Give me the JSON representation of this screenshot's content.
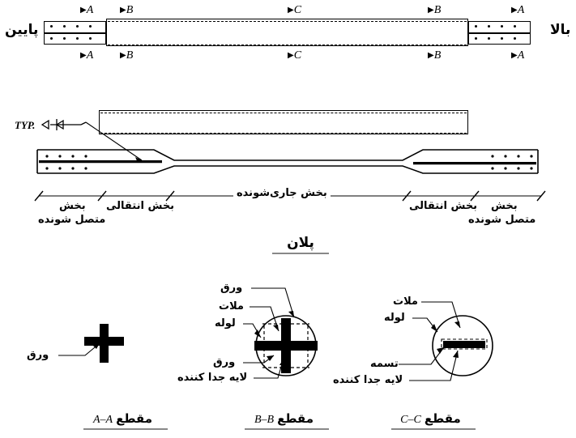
{
  "drawing": {
    "title_plan": "پلان",
    "typ_note": "TYP."
  },
  "elevation": {
    "label_left": "پایین",
    "label_right": "بالا",
    "section_marks_top": [
      {
        "letter": "A",
        "marker": "▶"
      },
      {
        "letter": "B",
        "marker": "▶"
      },
      {
        "letter": "C",
        "marker": "▶"
      },
      {
        "letter": "B",
        "marker": "▶"
      },
      {
        "letter": "A",
        "marker": "▶"
      }
    ],
    "section_marks_bottom": [
      {
        "letter": "A",
        "marker": "▶"
      },
      {
        "letter": "B",
        "marker": "▶"
      },
      {
        "letter": "C",
        "marker": "▶"
      },
      {
        "letter": "B",
        "marker": "▶"
      },
      {
        "letter": "A",
        "marker": "▶"
      }
    ]
  },
  "dimensions": {
    "left_connect": "بخش",
    "left_connect2": "متصل شونده",
    "left_transition": "بخش انتقالی",
    "yielding": "بخش جاری‌شونده",
    "right_transition": "بخش انتقالی",
    "right_connect": "بخش",
    "right_connect2": "متصل شونده"
  },
  "sections": [
    {
      "id": "A-A",
      "caption_fa": "مقطع",
      "caption_id": "A–A",
      "callouts": [
        {
          "name": "plate",
          "text": "ورق"
        }
      ]
    },
    {
      "id": "B-B",
      "caption_fa": "مقطع",
      "caption_id": "B–B",
      "callouts": [
        {
          "name": "plate-top",
          "text": "ورق"
        },
        {
          "name": "mortar",
          "text": "ملات"
        },
        {
          "name": "tube",
          "text": "لوله"
        },
        {
          "name": "plate-bottom",
          "text": "ورق"
        },
        {
          "name": "debonding-layer",
          "text": "لایه جدا کننده"
        }
      ]
    },
    {
      "id": "C-C",
      "caption_fa": "مقطع",
      "caption_id": "C–C",
      "callouts": [
        {
          "name": "mortar",
          "text": "ملات"
        },
        {
          "name": "tube",
          "text": "لوله"
        },
        {
          "name": "strap",
          "text": "تسمه"
        },
        {
          "name": "debonding-layer",
          "text": "لایه جدا کننده"
        }
      ]
    }
  ],
  "colors": {
    "ink": "#000000",
    "paper": "#ffffff",
    "underline": "#888888"
  }
}
